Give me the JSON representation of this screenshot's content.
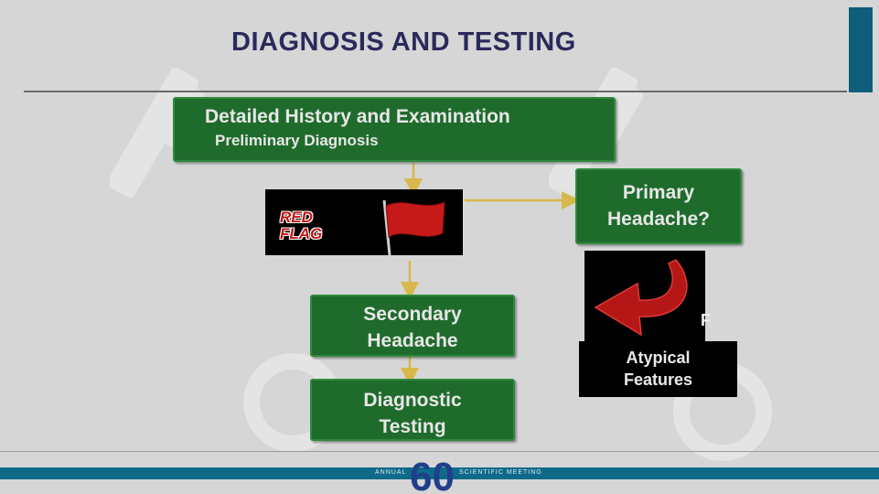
{
  "slide": {
    "title": "DIAGNOSIS AND TESTING"
  },
  "flow": {
    "history_box": {
      "line1": "Detailed History and Examination",
      "line2": "Preliminary Diagnosis"
    },
    "red_flag": {
      "line1": "RED",
      "line2": "FLAG"
    },
    "primary_box": {
      "line1": "Primary",
      "line2": "Headache?"
    },
    "secondary_box": {
      "line1": "Secondary",
      "line2": "Headache"
    },
    "testing_box": {
      "line1": "Diagnostic",
      "line2": "Testing"
    },
    "atypical_box": {
      "line1": "Atypical",
      "line2": "Features"
    },
    "stray_char": "F"
  },
  "footer": {
    "left_text": "ANNUAL",
    "logo_number": "60",
    "right_text": "SCIENTIFIC MEETING"
  },
  "colors": {
    "title": "#2b2a5c",
    "box_green": "#1f6b2c",
    "connector": "#d8b84a",
    "flag_red": "#c21818",
    "band_teal": "#0f6a8a"
  }
}
